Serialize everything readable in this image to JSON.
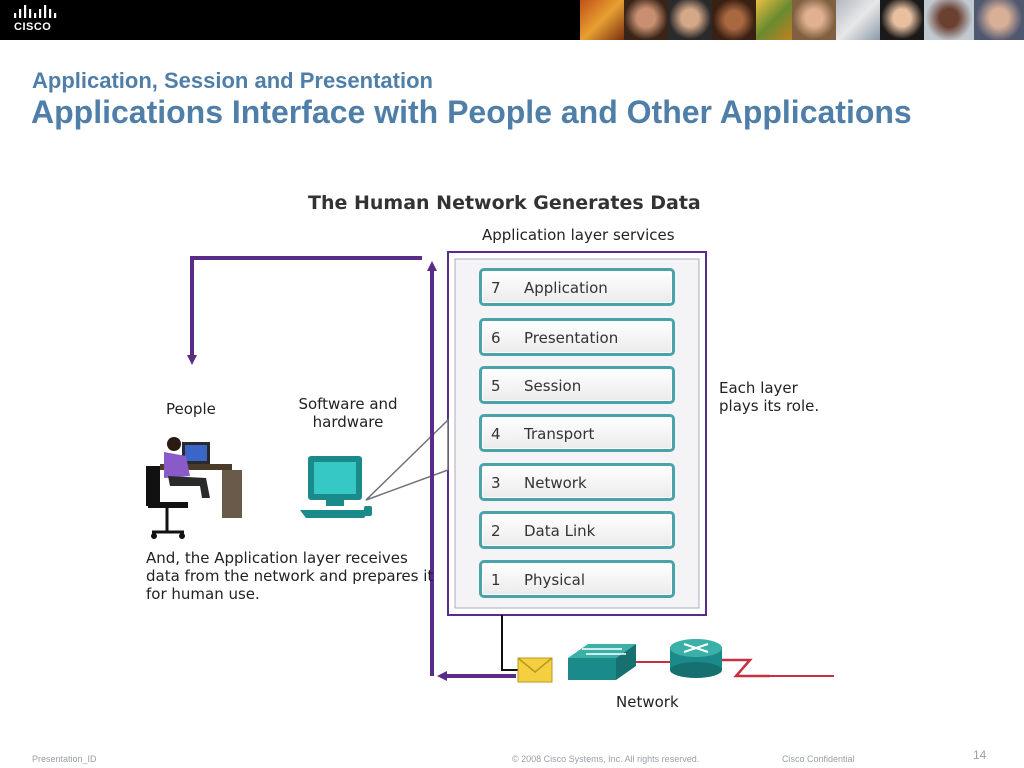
{
  "banner": {
    "logo_text": "CISCO",
    "logo_icon": "cisco-bridge-icon",
    "background_color": "#000000",
    "photo_count": 10
  },
  "slide": {
    "subtitle": "Application, Session and Presentation",
    "title": "Applications Interface with People and Other Applications",
    "title_color": "#4f7fa8"
  },
  "diagram": {
    "title": "The Human Network Generates Data",
    "services_label": "Application layer services",
    "people_label": "People",
    "software_label": "Software and hardware",
    "each_layer_text": "Each layer plays its role.",
    "receives_text": "And, the Application layer receives data from the network and prepares it for human use.",
    "network_label": "Network",
    "arrow_color": "#5b2c87",
    "layer_border_color": "#4aa3a8",
    "layers": [
      {
        "num": "7",
        "name": "Application"
      },
      {
        "num": "6",
        "name": "Presentation"
      },
      {
        "num": "5",
        "name": "Session"
      },
      {
        "num": "4",
        "name": "Transport"
      },
      {
        "num": "3",
        "name": "Network"
      },
      {
        "num": "2",
        "name": "Data Link"
      },
      {
        "num": "1",
        "name": "Physical"
      }
    ],
    "icons": [
      "person-at-computer-icon",
      "computer-icon",
      "envelope-icon",
      "switch-icon",
      "router-icon",
      "wan-link-icon"
    ]
  },
  "footer": {
    "presentation_id": "Presentation_ID",
    "copyright": "© 2008 Cisco Systems, Inc. All rights reserved.",
    "confidential": "Cisco Confidential",
    "page_number": "14"
  }
}
